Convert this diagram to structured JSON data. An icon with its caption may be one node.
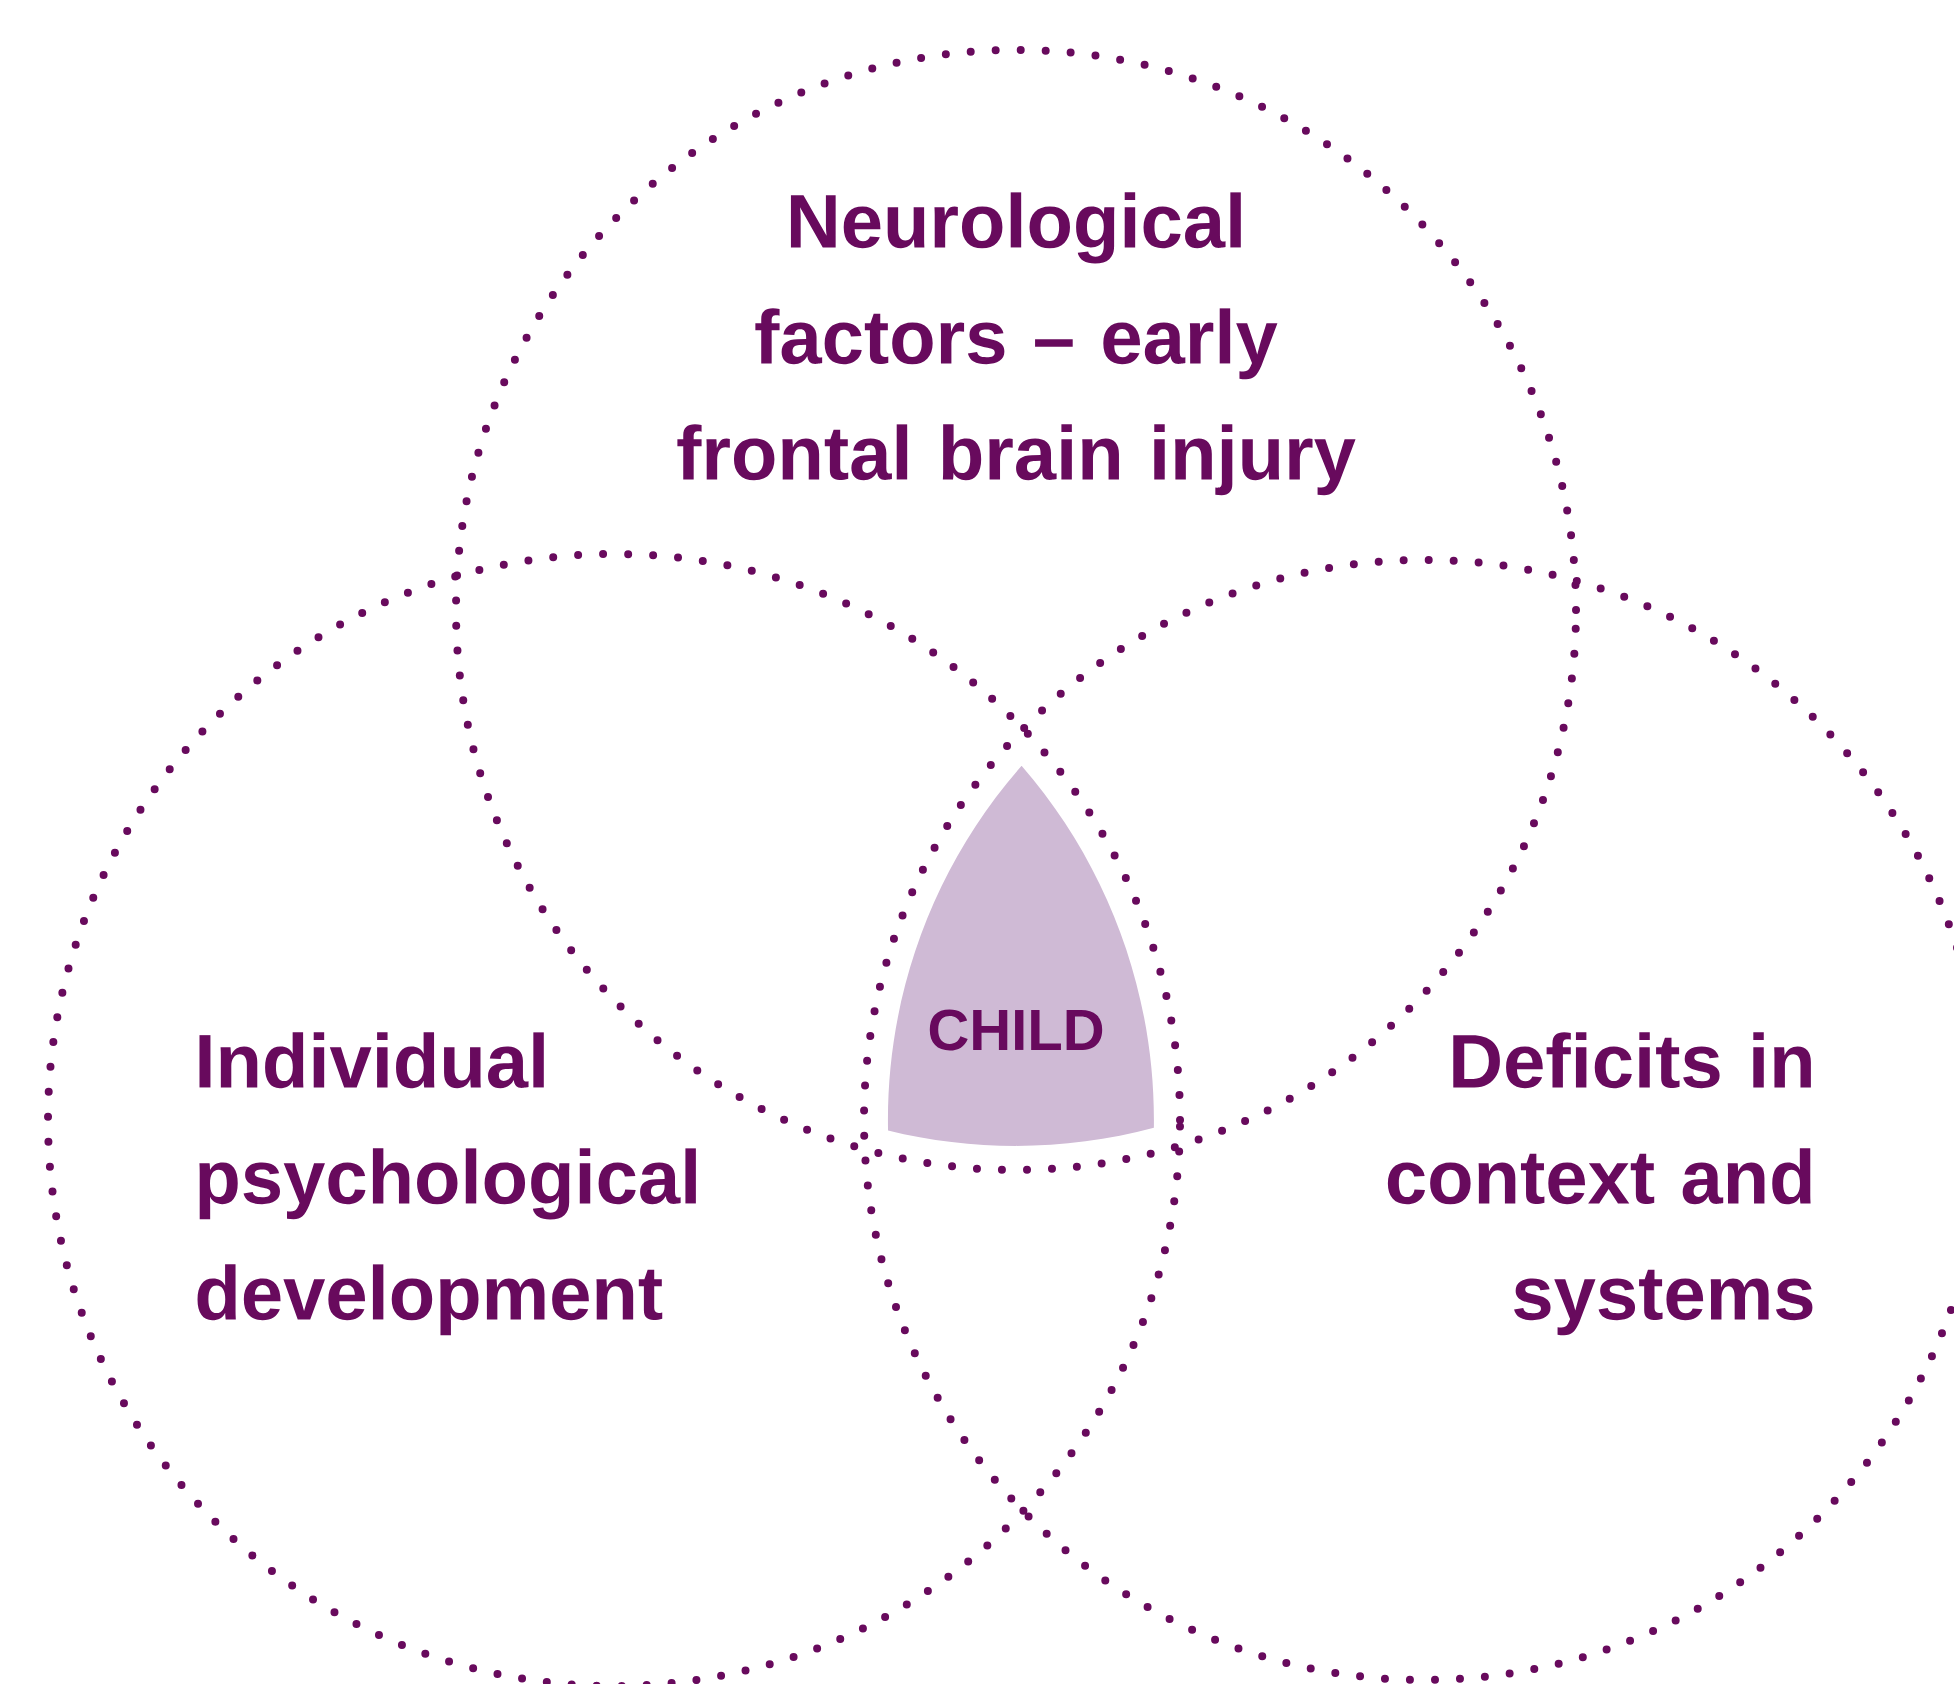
{
  "diagram": {
    "nodes": [
      {
        "text": [
          "Neurological factors – early frontal brain injury"
        ]
      },
      {
        "text": [
          "Individual psychological development"
        ]
      },
      {
        "text": [
          "Deficits in context and systems"
        ]
      },
      {
        "text": [
          "CHILD"
        ]
      }
    ]
  }
}
